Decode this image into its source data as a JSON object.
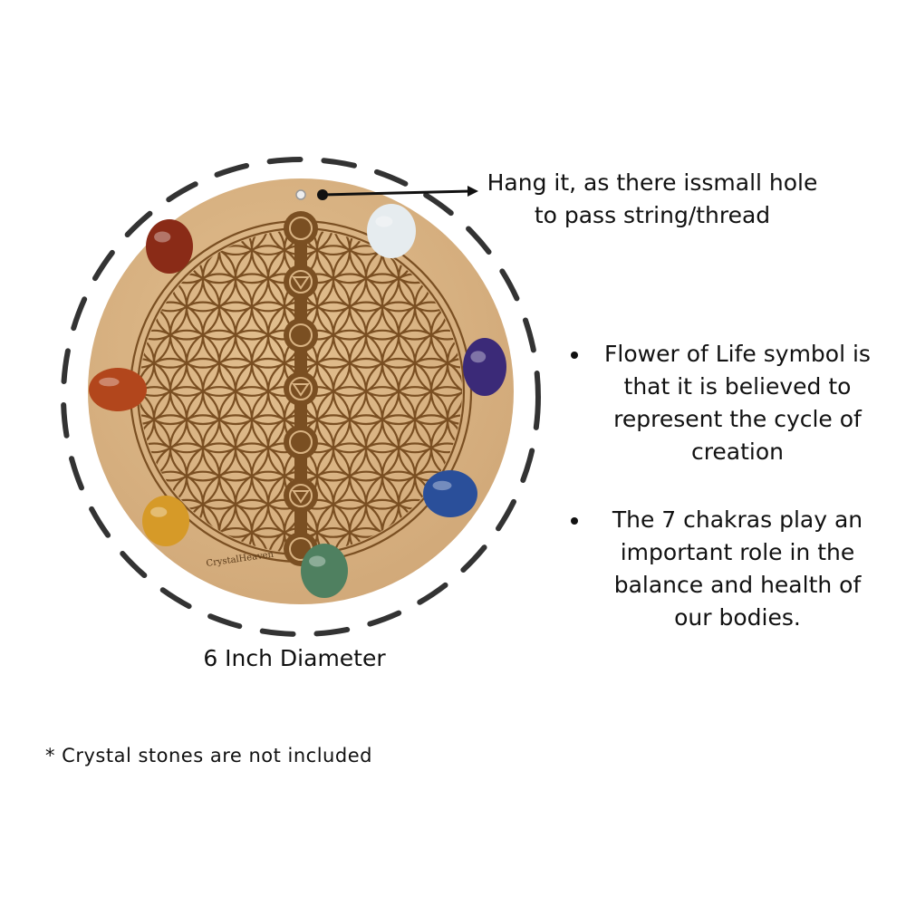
{
  "product": {
    "brand_engraving": "CrystalHeaven",
    "colors": {
      "board": "#d9b383",
      "engraving": "#7a4f22",
      "dash": "#333333"
    },
    "stones": [
      {
        "name": "red-jasper",
        "color": "#8a2b17"
      },
      {
        "name": "clear-quartz",
        "color": "#e6ecef"
      },
      {
        "name": "amethyst",
        "color": "#3b2a78"
      },
      {
        "name": "carnelian",
        "color": "#b2461c"
      },
      {
        "name": "lapis-lazuli",
        "color": "#2a4f9a"
      },
      {
        "name": "yellow-aventurine",
        "color": "#d69a28"
      },
      {
        "name": "green-aventurine",
        "color": "#4f8060"
      }
    ]
  },
  "callouts": {
    "hang": "Hang it, as there issmall hole to pass string/thread",
    "bullets": [
      "Flower of Life symbol is that it is believed to represent the cycle of creation",
      "The 7 chakras play an important role in the balance and health of our bodies."
    ],
    "diameter": "6 Inch Diameter",
    "footnote": "* Crystal stones are not included"
  }
}
